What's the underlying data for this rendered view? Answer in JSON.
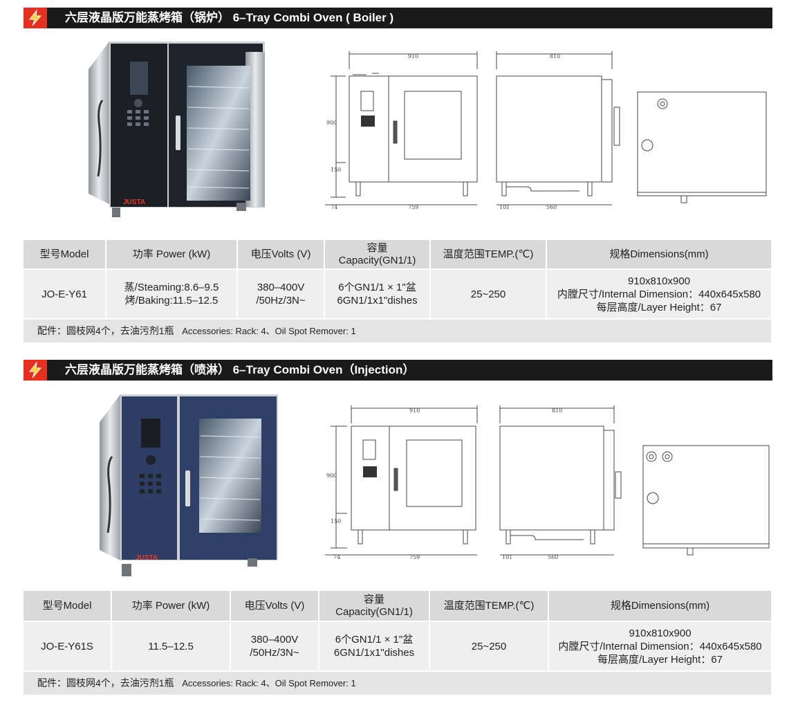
{
  "colors": {
    "banner_bg": "#1a1a1a",
    "bolt_bg": "#e5301f",
    "header_bg": "#d9d9d9",
    "row_bg": "#efefef",
    "accessory_bg": "#e4e4e4",
    "panel_black": "#1c1e26",
    "panel_blue": "#2d3d63"
  },
  "headers": {
    "model": "型号Model",
    "power": "功率 Power (kW)",
    "volts": "电压Volts (V)",
    "capacity_cn": "容量",
    "capacity_en": "Capacity(GN1/1)",
    "temp": "温度范围TEMP.(℃)",
    "dimensions": "规格Dimensions(mm)"
  },
  "drawing_labels": {
    "width": "910",
    "depth": "810",
    "height": "900",
    "leg": "150",
    "side_offset": "74",
    "body_width": "759",
    "side_small": "101",
    "side_body": "560"
  },
  "products": [
    {
      "title": "六层液晶版万能蒸烤箱（锅炉） 6–Tray Combi Oven ( Boiler )",
      "brand": "JUSTA",
      "model": "JO-E-Y61",
      "power": [
        "蒸/Steaming:8.6–9.5",
        "烤/Baking:11.5–12.5"
      ],
      "volts": [
        "380–400V",
        "/50Hz/3N~"
      ],
      "capacity": [
        "6个GN1/1 × 1\"盆",
        "6GN1/1x1\"dishes"
      ],
      "temp": "25~250",
      "dimensions": [
        "910x810x900",
        "内膛尺寸/Internal Dimension：440x645x580",
        "每层高度/Layer Height：67"
      ],
      "accessories_cn": "配件：圆枝网4个，去油污剂1瓶",
      "accessories_en": "Accessories: Rack: 4、Oil Spot Remover: 1"
    },
    {
      "title": "六层液晶版万能蒸烤箱（喷淋） 6–Tray Combi Oven（Injection）",
      "brand": "JUSTA",
      "model": "JO-E-Y61S",
      "power": [
        "11.5–12.5"
      ],
      "volts": [
        "380–400V",
        "/50Hz/3N~"
      ],
      "capacity": [
        "6个GN1/1 × 1\"盆",
        "6GN1/1x1\"dishes"
      ],
      "temp": "25~250",
      "dimensions": [
        "910x810x900",
        "内膛尺寸/Internal Dimension：440x645x580",
        "每层高度/Layer Height：67"
      ],
      "accessories_cn": "配件：圆枝网4个，去油污剂1瓶",
      "accessories_en": "Accessories: Rack: 4、Oil Spot Remover: 1"
    }
  ]
}
